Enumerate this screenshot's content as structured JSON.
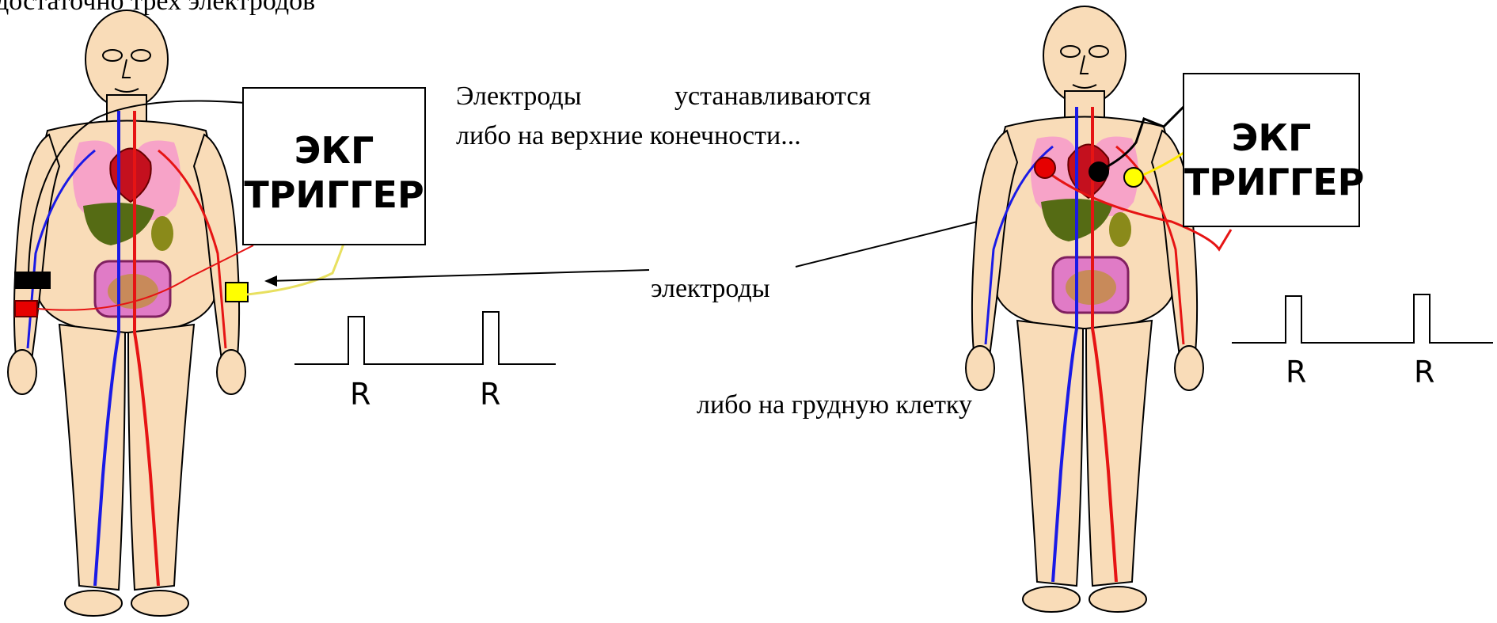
{
  "caption_top_left": "достаточно трех электродов",
  "note_limbs_line1_a": "Электроды",
  "note_limbs_line1_b": "устанавливаются",
  "note_limbs_line2": "либо на верхние конечности...",
  "note_electrodes": "электроды",
  "note_chest": "либо на грудную клетку",
  "trigger_box_left": {
    "line1": "ЭКГ",
    "line2": "ТРИГГЕР"
  },
  "trigger_box_right": {
    "line1": "ЭКГ",
    "line2": "ТРИГГЕР"
  },
  "pulse_labels_left": [
    "R",
    "R"
  ],
  "pulse_labels_right": [
    "R",
    "R"
  ],
  "colors": {
    "skin": "#f9dcb8",
    "vein": "#1a1ae6",
    "artery": "#e61414",
    "lung": "#f7a3c8",
    "liver": "#556b14",
    "intestine": "#e07bc6",
    "electrode_black": "#000000",
    "electrode_red": "#e60000",
    "electrode_yellow": "#ffff00",
    "wire_yellow": "#e8e060"
  }
}
